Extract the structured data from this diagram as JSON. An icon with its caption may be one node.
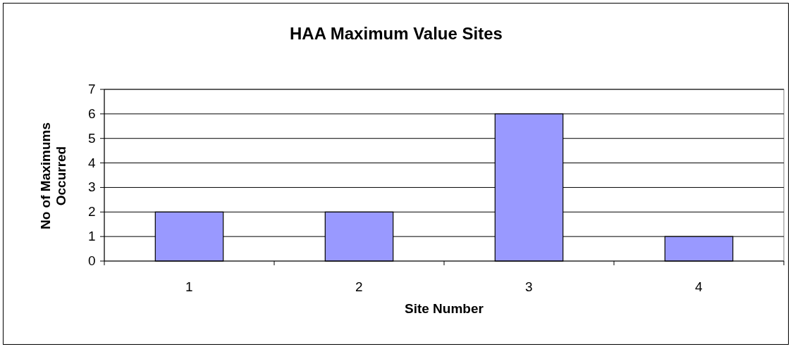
{
  "diagram": {
    "chart_data": {
      "type": "bar",
      "title": "HAA Maximum Value Sites",
      "xlabel": "Site Number",
      "ylabel": "No of Maximums Occurred",
      "categories": [
        "1",
        "2",
        "3",
        "4"
      ],
      "series": [
        {
          "color": "#9999ff",
          "values": [
            2,
            2,
            6,
            1
          ]
        }
      ],
      "ylim": [
        0,
        7
      ],
      "grid": true,
      "yticks": [
        0,
        1,
        2,
        3,
        4,
        5,
        6,
        7
      ]
    }
  }
}
